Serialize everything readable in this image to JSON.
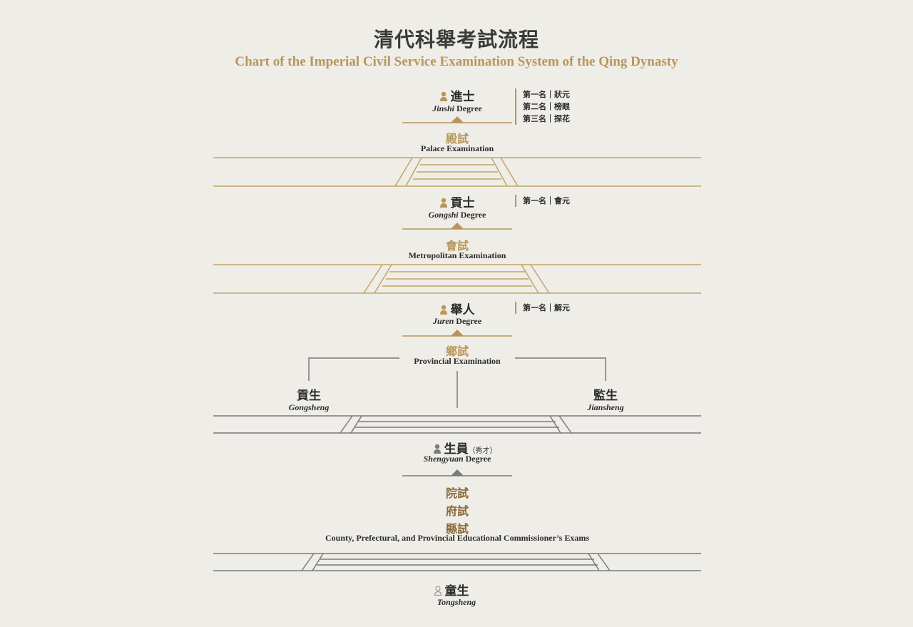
{
  "title": {
    "zh": "清代科舉考試流程",
    "en": "Chart of the Imperial Civil Service Examination System of the Qing Dynasty"
  },
  "degrees": {
    "jinshi": {
      "zh": "進士",
      "en_italic": "Jinshi",
      "en_rest": " Degree"
    },
    "gongshi": {
      "zh": "貢士",
      "en_italic": "Gongshi",
      "en_rest": " Degree"
    },
    "juren": {
      "zh": "舉人",
      "en_italic": "Juren",
      "en_rest": " Degree"
    },
    "shengyuan": {
      "zh": "生員",
      "note": "（秀才）",
      "en_italic": "Shengyuan",
      "en_rest": " Degree"
    },
    "tongsheng": {
      "zh": "童生",
      "en_italic": "Tongsheng"
    },
    "gongsheng": {
      "zh": "貢生",
      "en_italic": "Gongsheng"
    },
    "jiansheng": {
      "zh": "監生",
      "en_italic": "Jiansheng"
    }
  },
  "exams": {
    "palace": {
      "zh": "殿試",
      "en": "Palace Examination"
    },
    "metropolitan": {
      "zh": "會試",
      "en": "Metropolitan Examination"
    },
    "provincial": {
      "zh": "鄉試",
      "en": "Provincial Examination"
    },
    "local": {
      "zh1": "院試",
      "zh2": "府試",
      "zh3": "縣試",
      "en": "County, Prefectural, and Provincial Educational Commissioner’s Exams"
    }
  },
  "ranks": {
    "jinshi": [
      "第一名｜狀元",
      "第二名｜榜眼",
      "第三名｜探花"
    ],
    "gongshi": [
      "第一名｜會元"
    ],
    "juren": [
      "第一名｜解元"
    ]
  },
  "colors": {
    "gold": "#b8965a",
    "gray": "#7a7a7a",
    "dark": "#2b2b2b",
    "background": "#efede7"
  },
  "icons": {
    "person": "person-icon",
    "person_outline": "person-outline-icon"
  }
}
